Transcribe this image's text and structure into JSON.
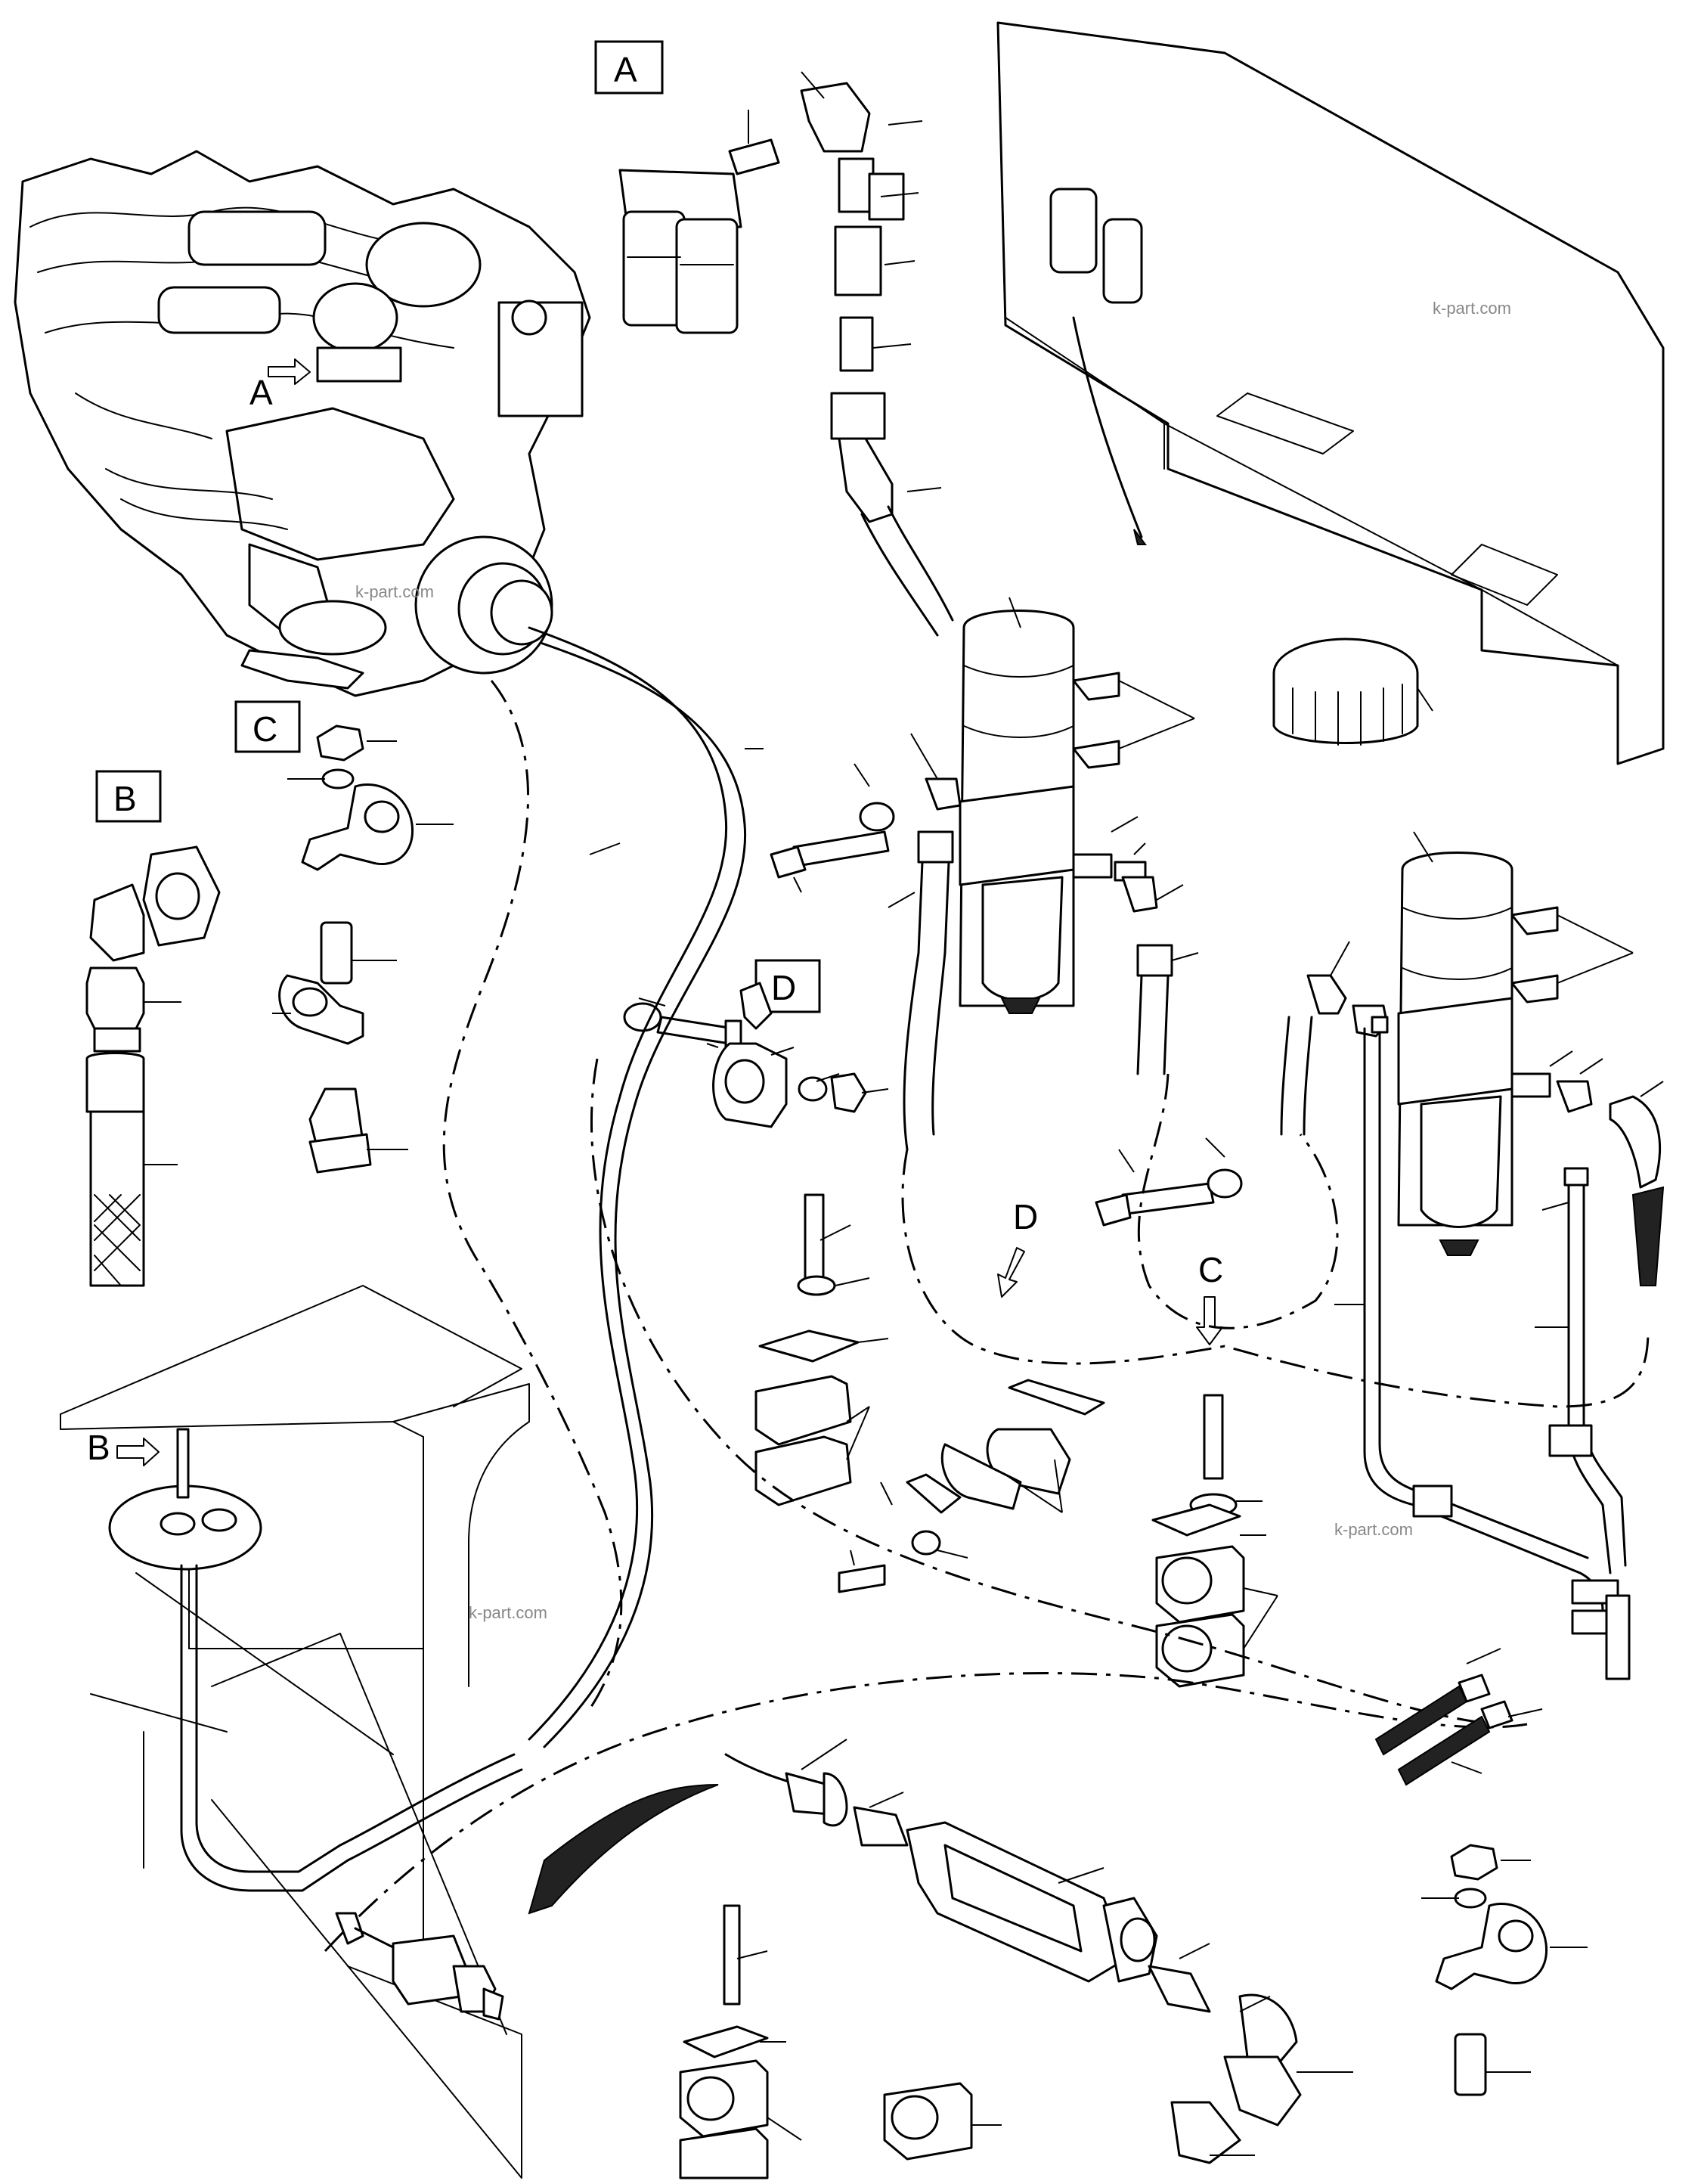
{
  "callouts": {
    "A": "A",
    "B": "B",
    "C": "C",
    "D": "D"
  },
  "pointers": {
    "A": "A",
    "B": "B",
    "C": "C",
    "D": "D"
  },
  "watermarks": {
    "wm1": "k-part.com",
    "wm2": "k-part.com",
    "wm3": "k-part.com",
    "wm4": "k-part.com"
  },
  "icons": {
    "arrow": "hollow-arrow-icon"
  }
}
